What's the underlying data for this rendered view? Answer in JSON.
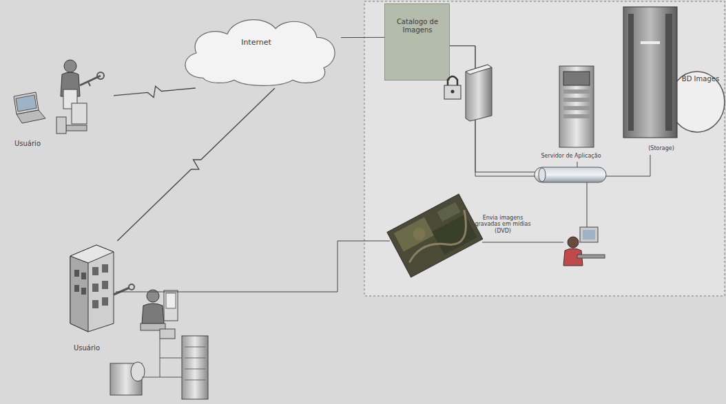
{
  "diagram": {
    "nodes": [
      {
        "text": [
          "Internet"
        ]
      },
      {
        "text": [
          "Catalogo de Imagens"
        ]
      },
      {
        "text": [
          "Usuário"
        ]
      },
      {
        "text": [
          "Usuário"
        ]
      },
      {
        "text": [
          "Servidor de Aplicação"
        ]
      },
      {
        "text": [
          "BD Images",
          "(Storage)"
        ]
      }
    ],
    "edges": [
      {
        "from": 2,
        "to": 0,
        "arrow": "none"
      },
      {
        "from": 3,
        "to": 0,
        "arrow": "none"
      },
      {
        "from": 0,
        "to": 1,
        "arrow": "none"
      },
      {
        "from": 1,
        "to": 4,
        "arrow": "none"
      },
      {
        "from": 1,
        "to": 5,
        "arrow": "none"
      }
    ],
    "labels": [
      "Envia imagens gravadas em mídias (DVD)"
    ]
  }
}
